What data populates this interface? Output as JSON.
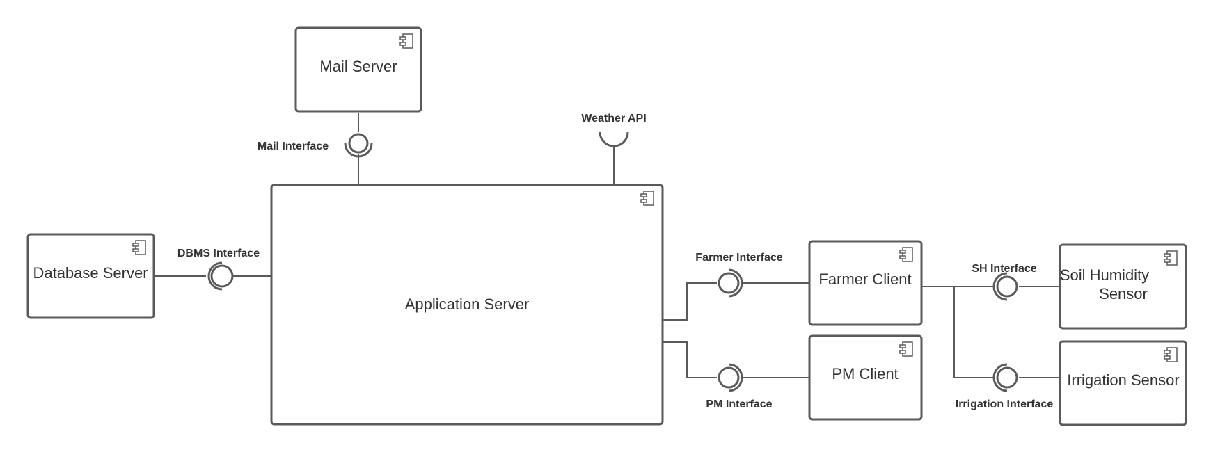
{
  "components": {
    "mail_server": "Mail Server",
    "application_server": "Application Server",
    "database_server": "Database Server",
    "farmer_client": "Farmer Client",
    "pm_client": "PM Client",
    "soil_humidity_sensor_line1": "Soil Humidity",
    "soil_humidity_sensor_line2": "Sensor",
    "irrigation_sensor": "Irrigation Sensor"
  },
  "interfaces": {
    "mail": "Mail Interface",
    "weather_api": "Weather API",
    "dbms": "DBMS Interface",
    "farmer": "Farmer Interface",
    "pm": "PM Interface",
    "sh": "SH Interface",
    "irrigation": "Irrigation Interface"
  },
  "colors": {
    "stroke": "#5a5a5a",
    "text": "#333333",
    "background": "#ffffff"
  },
  "icons": {
    "component": "uml-component-icon"
  }
}
